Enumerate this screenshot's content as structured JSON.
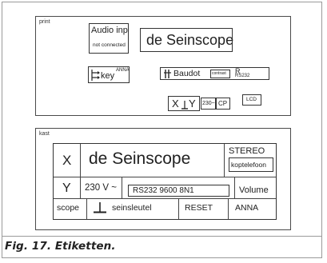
{
  "print_label": {
    "section": "print",
    "audio_title": "Audio inp",
    "audio_status": "not connected",
    "brand": "de Seinscope",
    "key_text": "key",
    "key_super": "ANNA",
    "baudot": "Baudot",
    "contrast": "contrast",
    "rs_top": "R",
    "rs_bottom": "RS232",
    "xy_x": "X",
    "xy_y": "Y",
    "power": "230~",
    "cp": "CP",
    "lcd": "LCD"
  },
  "kast_label": {
    "section": "kast",
    "x": "X",
    "brand": "de Seinscope",
    "stereo": "STEREO",
    "koptelefoon": "koptelefoon",
    "y": "Y",
    "power": "230 V ~",
    "serial": "RS232 9600 8N1",
    "volume": "Volume",
    "scope": "scope",
    "seinsleutel": "seinsleutel",
    "reset": "RESET",
    "anna": "ANNA"
  },
  "caption": "Fig. 17. Etiketten."
}
